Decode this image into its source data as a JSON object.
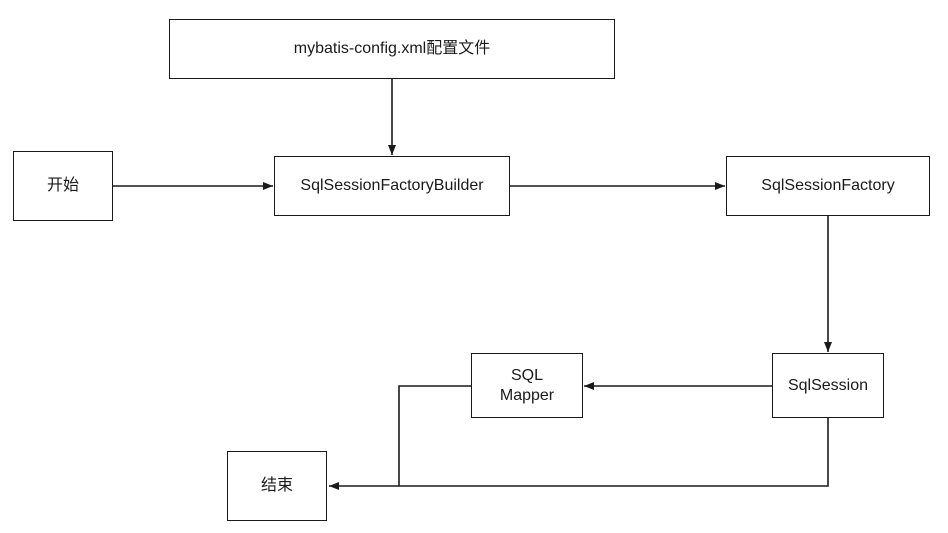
{
  "nodes": {
    "config": {
      "label": "mybatis-config.xml配置文件"
    },
    "start": {
      "label": "开始"
    },
    "builder": {
      "label": "SqlSessionFactoryBuilder"
    },
    "factory": {
      "label": "SqlSessionFactory"
    },
    "session": {
      "label": "SqlSession"
    },
    "mapper": {
      "label_line1": "SQL",
      "label_line2": "Mapper"
    },
    "end": {
      "label": "结束"
    }
  },
  "style": {
    "stroke_color": "#1a1a1a",
    "fill_color": "#ffffff"
  }
}
